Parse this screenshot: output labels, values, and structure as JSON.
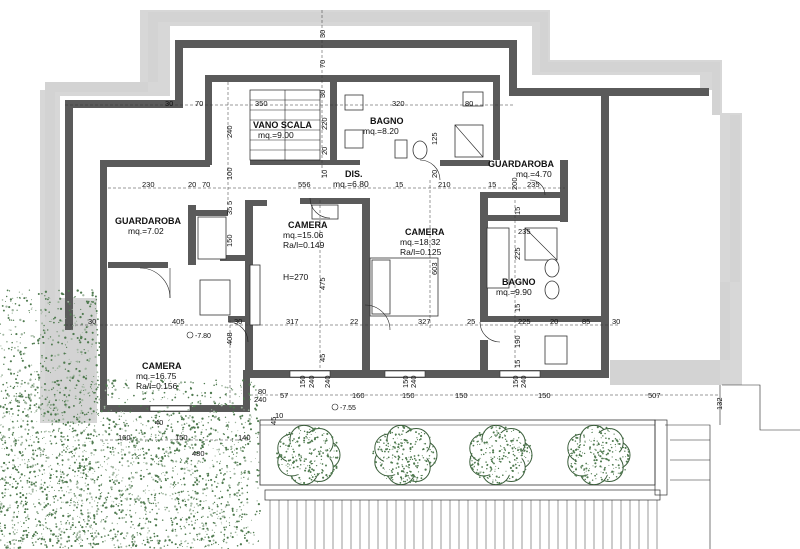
{
  "rooms": [
    {
      "id": "vano-scala",
      "name": "VANO SCALA",
      "area": "mq.=9.00",
      "ratio": ""
    },
    {
      "id": "bagno-1",
      "name": "BAGNO",
      "area": "mq.=8.20",
      "ratio": ""
    },
    {
      "id": "dis",
      "name": "DIS.",
      "area": "mq.=6.80",
      "ratio": ""
    },
    {
      "id": "guardaroba-1",
      "name": "GUARDAROBA",
      "area": "mq.=4.70",
      "ratio": ""
    },
    {
      "id": "guardaroba-2",
      "name": "GUARDAROBA",
      "area": "mq.=7.02",
      "ratio": ""
    },
    {
      "id": "camera-1",
      "name": "CAMERA",
      "area": "mq.=15.06",
      "ratio": "Ra/l=0.149"
    },
    {
      "id": "camera-2",
      "name": "CAMERA",
      "area": "mq.=18.32",
      "ratio": "Ra/l=0.125"
    },
    {
      "id": "bagno-2",
      "name": "BAGNO",
      "area": "mq.=9.90",
      "ratio": ""
    },
    {
      "id": "camera-3",
      "name": "CAMERA",
      "area": "mq.=16.75",
      "ratio": "Ra/l=0.156"
    }
  ],
  "height_note": "H=270",
  "levels": [
    "-7.80",
    "-7.55"
  ],
  "dims": {
    "top_30a": "30",
    "top_70a": "70",
    "top_30b": "30",
    "r1_30": "30",
    "r1_70": "70",
    "r1_350": "350",
    "r1_320": "320",
    "r1_80": "80",
    "d_240": "240",
    "d_220": "220",
    "d_20a": "20",
    "d_125": "125",
    "d_20b": "20",
    "d_10a": "10",
    "r2_230": "230",
    "r2_20": "20",
    "r2_70": "70",
    "r2_100": "100",
    "r2_556": "556",
    "r2_15a": "15",
    "r2_210": "210",
    "r2_15b": "15",
    "r2_200": "200",
    "r2_235": "235",
    "v_5": "5",
    "v_35": "35",
    "v_15a": "15",
    "v_15b": "15",
    "v_235": "235",
    "v_150": "150",
    "v_225": "225",
    "v_603": "603",
    "v_475": "475",
    "r3_30a": "30",
    "r3_405": "405",
    "r3_30b": "30",
    "r3_317": "317",
    "r3_22": "22",
    "r3_327": "327",
    "r3_25": "25",
    "r3_225": "225",
    "r3_20": "20",
    "r3_85": "85",
    "r3_30c": "30",
    "v_408": "408",
    "v_45": "45",
    "v_190": "190",
    "v_15c": "15",
    "b_80": "80",
    "b_240a": "240",
    "b_57": "57",
    "b_150a": "150",
    "b_240b": "240",
    "b_160": "160",
    "b_150b": "150",
    "b_150c": "150",
    "b_150d": "150",
    "b_240c": "240",
    "b_507": "507",
    "b_132": "132",
    "b_150e": "150",
    "b_240d": "240",
    "b_150f": "150",
    "b_240e": "240",
    "b_45": "45",
    "b_160b": "160",
    "b_150g": "150",
    "b_140": "140",
    "b_480": "480",
    "b_10": "10",
    "b_40": "40"
  },
  "colors": {
    "wall": "#5a5a5a",
    "outer": "#d3d3d3",
    "vegetation": "#4f7a4f"
  }
}
